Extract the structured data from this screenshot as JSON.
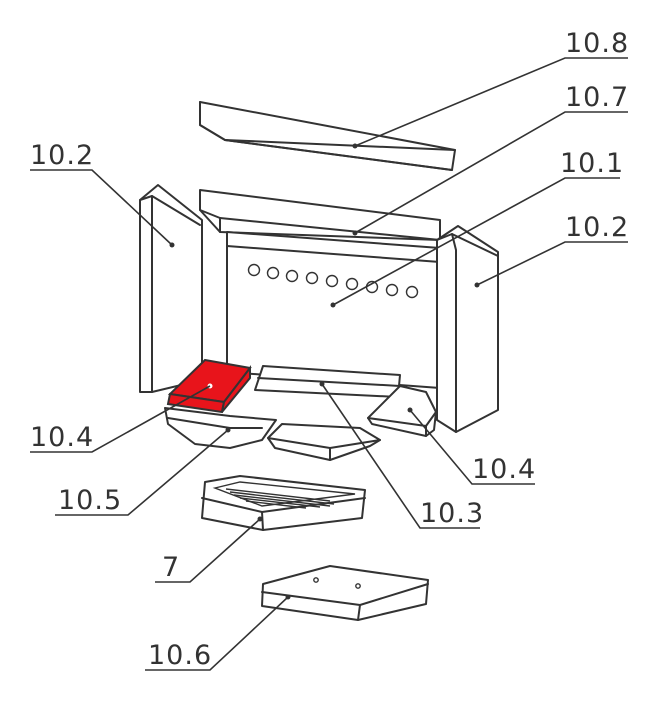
{
  "colors": {
    "line": "#333333",
    "highlight": "#e8141b"
  },
  "highlighted_part": "10.4",
  "labels": {
    "p10_8": "10.8",
    "p10_7": "10.7",
    "p10_2_left": "10.2",
    "p10_1": "10.1",
    "p10_2_right": "10.2",
    "p10_4_left": "10.4",
    "p10_4_right": "10.4",
    "p10_5": "10.5",
    "p10_3": "10.3",
    "p7": "7",
    "p10_6": "10.6"
  }
}
